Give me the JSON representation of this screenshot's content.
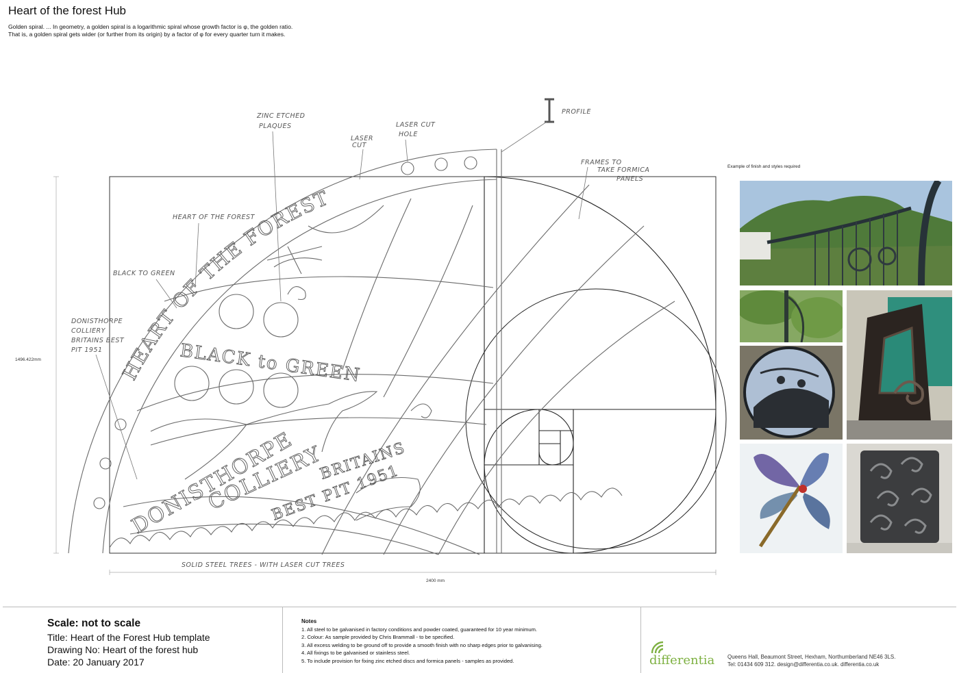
{
  "header": {
    "title": "Heart of the forest Hub",
    "intro_line1": "Golden spiral. ... In geometry, a golden spiral is a logarithmic spiral whose growth factor is φ, the golden ratio.",
    "intro_line2": "That is, a golden spiral gets wider (or further from its origin) by a factor of φ for every quarter turn it makes."
  },
  "drawing": {
    "annotations": {
      "zinc_plaques_1": "ZINC ETCHED",
      "zinc_plaques_2": "PLAQUES",
      "laser_cut_1": "LASER",
      "laser_cut_2": "CUT",
      "laser_cut_hole_1": "LASER CUT",
      "laser_cut_hole_2": "HOLE",
      "profile": "PROFILE",
      "frames_1": "FRAMES TO",
      "frames_2": "TAKE FORMICA",
      "frames_3": "PANELS",
      "heart_label": "HEART OF THE FOREST",
      "black_green_label": "BLACK TO GREEN",
      "donisthorpe_1": "DONISTHORPE",
      "donisthorpe_2": "COLLIERY",
      "donisthorpe_3": "BRITAINS BEST",
      "donisthorpe_4": "PIT 1951",
      "trees_label": "SOLID STEEL TREES - WITH LASER CUT TREES"
    },
    "panel_text": {
      "arc_band": "HEART OF THE FOREST",
      "black_to_green": "BLACK to GREEN",
      "donisthorpe": "DONISTHORPE",
      "colliery": "COLLIERY",
      "britains": "BRITAINS",
      "best_pit": "BEST PIT 1951"
    },
    "dimensions": {
      "height": "1496.422mm",
      "width": "2400 mm"
    }
  },
  "examples": {
    "label": "Example of finish and styles required",
    "photos": [
      {
        "name": "photo-gate-hillside"
      },
      {
        "name": "photo-trees-gate"
      },
      {
        "name": "photo-spiral-sculpture"
      },
      {
        "name": "photo-circle-panel"
      },
      {
        "name": "photo-corner-detail"
      },
      {
        "name": "photo-dragonfly-brooch"
      },
      {
        "name": "photo-swirl-cylinder"
      }
    ]
  },
  "titleblock": {
    "scale": "Scale: not to scale",
    "title": "Title: Heart of the Forest Hub template",
    "drawing_no": "Drawing No: Heart of the forest hub",
    "date": "Date: 20 January 2017"
  },
  "notes": {
    "heading": "Notes",
    "items": [
      "1. All steel to be galvanised in factory conditions and powder coated, guaranteed for 10 year minimum.",
      "2. Colour: As sample provided by Chris Brammall - to be specified.",
      "3. All excess welding to be ground off to provide a smooth finish with no sharp edges prior to galvanising.",
      "4. All fixings to be galvanised or stainless steel.",
      "5. To include provision for fixing zinc etched discs and formica panels - samples as provided."
    ]
  },
  "company": {
    "logo_text": "differentia",
    "address": "Queens Hall, Beaumont Street, Hexham, Northumberland NE46 3LS.",
    "contact": "Tel: 01434 609 312. design@differentia.co.uk. differentia.co.uk"
  },
  "colors": {
    "logo_green": "#7eb142",
    "pencil": "#555555"
  }
}
